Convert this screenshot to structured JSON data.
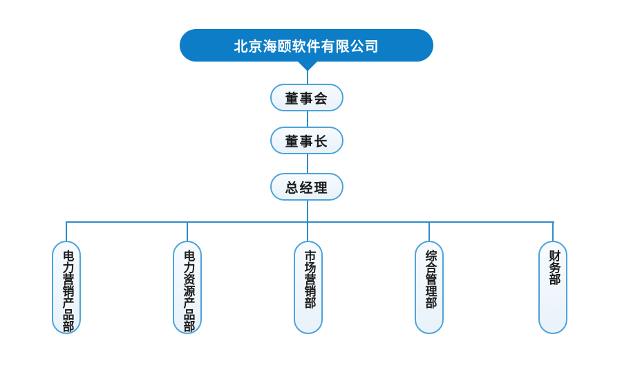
{
  "org_chart": {
    "root": {
      "label": "北京海颐软件有限公司"
    },
    "levels": [
      {
        "label": "董事会"
      },
      {
        "label": "董事长"
      },
      {
        "label": "总经理"
      }
    ],
    "departments": [
      {
        "label": "电力营销产品部"
      },
      {
        "label": "电力资源产品部"
      },
      {
        "label": "市场营销部"
      },
      {
        "label": "综合管理部"
      },
      {
        "label": "财务部"
      }
    ],
    "colors": {
      "root_fill": "#0c7dc6",
      "root_text": "#ffffff",
      "node_border": "#4da2d9",
      "node_fill": "#e9f2fa",
      "node_text": "#1a1a1a",
      "connector": "#2e8cc9"
    }
  }
}
